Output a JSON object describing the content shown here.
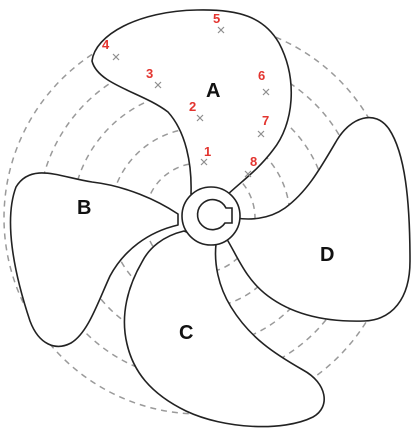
{
  "diagram": {
    "blades": [
      {
        "label": "A"
      },
      {
        "label": "B"
      },
      {
        "label": "C"
      },
      {
        "label": "D"
      }
    ],
    "points": [
      {
        "label": "1"
      },
      {
        "label": "2"
      },
      {
        "label": "3"
      },
      {
        "label": "4"
      },
      {
        "label": "5"
      },
      {
        "label": "6"
      },
      {
        "label": "7"
      },
      {
        "label": "8"
      }
    ],
    "colors": {
      "point_label": "#e3342f",
      "outline": "#222222",
      "guide": "#9a9a9a"
    }
  }
}
